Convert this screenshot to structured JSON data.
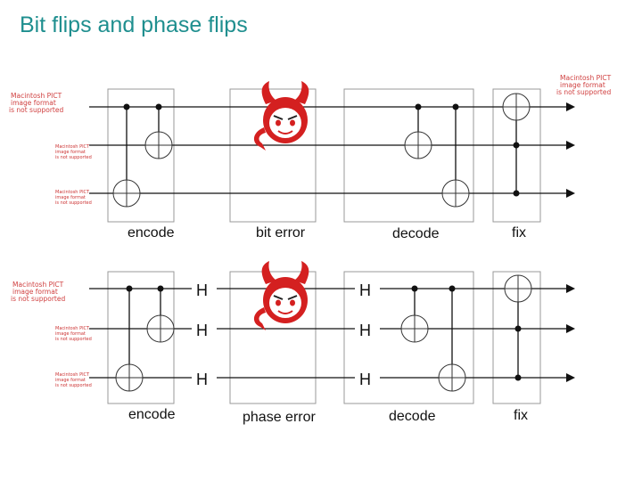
{
  "title": "Bit flips and phase flips",
  "top_row": {
    "labels": {
      "encode": "encode",
      "error": "bit error",
      "decode": "decode",
      "fix": "fix"
    }
  },
  "bottom_row": {
    "labels": {
      "encode": "encode",
      "error": "phase error",
      "decode": "decode",
      "fix": "fix"
    },
    "h_gate": "H"
  },
  "placeholder": {
    "line1": "Macintosh PICT",
    "line2": "image format",
    "line3": "is not supported"
  },
  "icons": {
    "error_agent": "devil-icon"
  },
  "colors": {
    "title": "#1f8f8f",
    "placeholder": "#d04040",
    "devil": "#d42020"
  }
}
